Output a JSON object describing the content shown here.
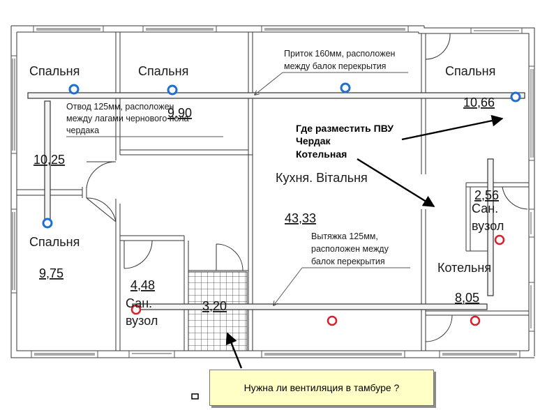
{
  "rooms": {
    "bedroom_top_left": "Спальня",
    "bedroom_top_middle": "Спальня",
    "bedroom_top_right": "Спальня",
    "bedroom_bottom_left": "Спальня",
    "kitchen_living": "Кухня. Вітальня",
    "bathroom_left": "Сан. вузол",
    "bathroom_right": "Сан. вузол",
    "boiler_room": "Котельня"
  },
  "areas": {
    "bedroom_top_left": "10,25",
    "bedroom_top_middle": "9,90",
    "bedroom_top_right": "10,66",
    "bedroom_bottom_left": "9,75",
    "kitchen_living": "43,33",
    "bathroom_left": "4,48",
    "vestibule": "3,20",
    "bathroom_right": "2,56",
    "boiler_room": "8,05"
  },
  "notes": {
    "supply": [
      "Приток 160мм, расположен",
      "между балок перекрытия"
    ],
    "branch": [
      "Отвод 125мм, расположен",
      "между лагами чернового пола",
      "чердака"
    ],
    "exhaust": [
      "Вытяжка 125мм,",
      "расположен между",
      "балок перекрытия"
    ],
    "question": [
      "Где разместить ПВУ",
      "Чердак",
      "Котельная"
    ]
  },
  "callout": {
    "text": "Нужна ли вентиляция в тамбуре ?"
  },
  "colors": {
    "supply_marker": "#1e6fd0",
    "exhaust_marker": "#d8202a",
    "callout_bg": "#ffffc6"
  }
}
